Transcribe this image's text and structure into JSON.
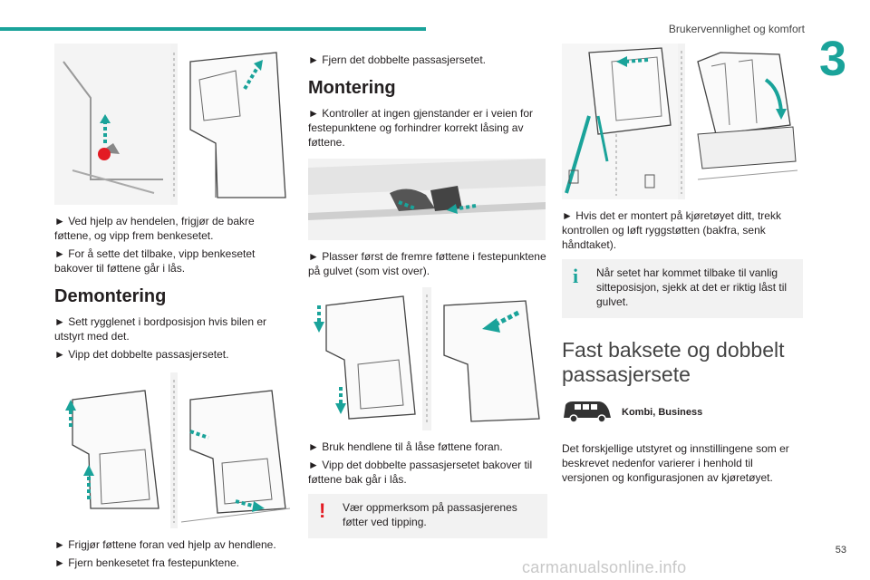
{
  "header": {
    "section_title": "Brukervennlighet og komfort",
    "chapter_number": "3",
    "page_number": "53"
  },
  "watermark": "carmanualsonline.info",
  "col1": {
    "text1": "► Ved hjelp av hendelen, frigjør de bakre føttene, og vipp frem benkesetet.",
    "text2": "► For å sette det tilbake, vipp benkesetet bakover til føttene går i lås.",
    "heading": "Demontering",
    "text3": "► Sett rygglenet i bordposisjon hvis bilen er utstyrt med det.",
    "text4": "► Vipp det dobbelte passasjersetet.",
    "text5": "► Frigjør føttene foran ved hjelp av hendlene.",
    "text6": "► Fjern benkesetet fra festepunktene."
  },
  "col2": {
    "text1": "► Fjern det dobbelte passasjersetet.",
    "heading": "Montering",
    "text2": "► Kontroller at ingen gjenstander er i veien for festepunktene og forhindrer korrekt låsing av føttene.",
    "text3": "► Plasser først de fremre føttene i festepunktene på gulvet (som vist over).",
    "text4": "► Bruk hendlene til å låse føttene foran.",
    "text5": "► Vipp det dobbelte passasjersetet bakover til føttene bak går i lås.",
    "warning": "Vær oppmerksom på passasjerenes føtter ved tipping."
  },
  "col3": {
    "text1": "► Hvis det er montert på kjøretøyet ditt, trekk kontrollen og løft ryggstøtten (bakfra, senk håndtaket).",
    "info": "Når setet har kommet tilbake til vanlig sitteposisjon, sjekk at det er riktig låst til gulvet.",
    "heading": "Fast baksete og dobbelt passasjersete",
    "variant_label": "Kombi, Business",
    "text2": "Det forskjellige utstyret og innstillingene som er beskrevet nedenfor varierer i henhold til versjonen og konfigurasjonen av kjøretøyet."
  },
  "colors": {
    "accent": "#1aa39a",
    "warning": "#e31b23",
    "text": "#231f20",
    "box": "#f2f2f2"
  },
  "icons": {
    "warning": "exclamation-mark",
    "info": "info-i",
    "vehicle": "van-silhouette"
  }
}
